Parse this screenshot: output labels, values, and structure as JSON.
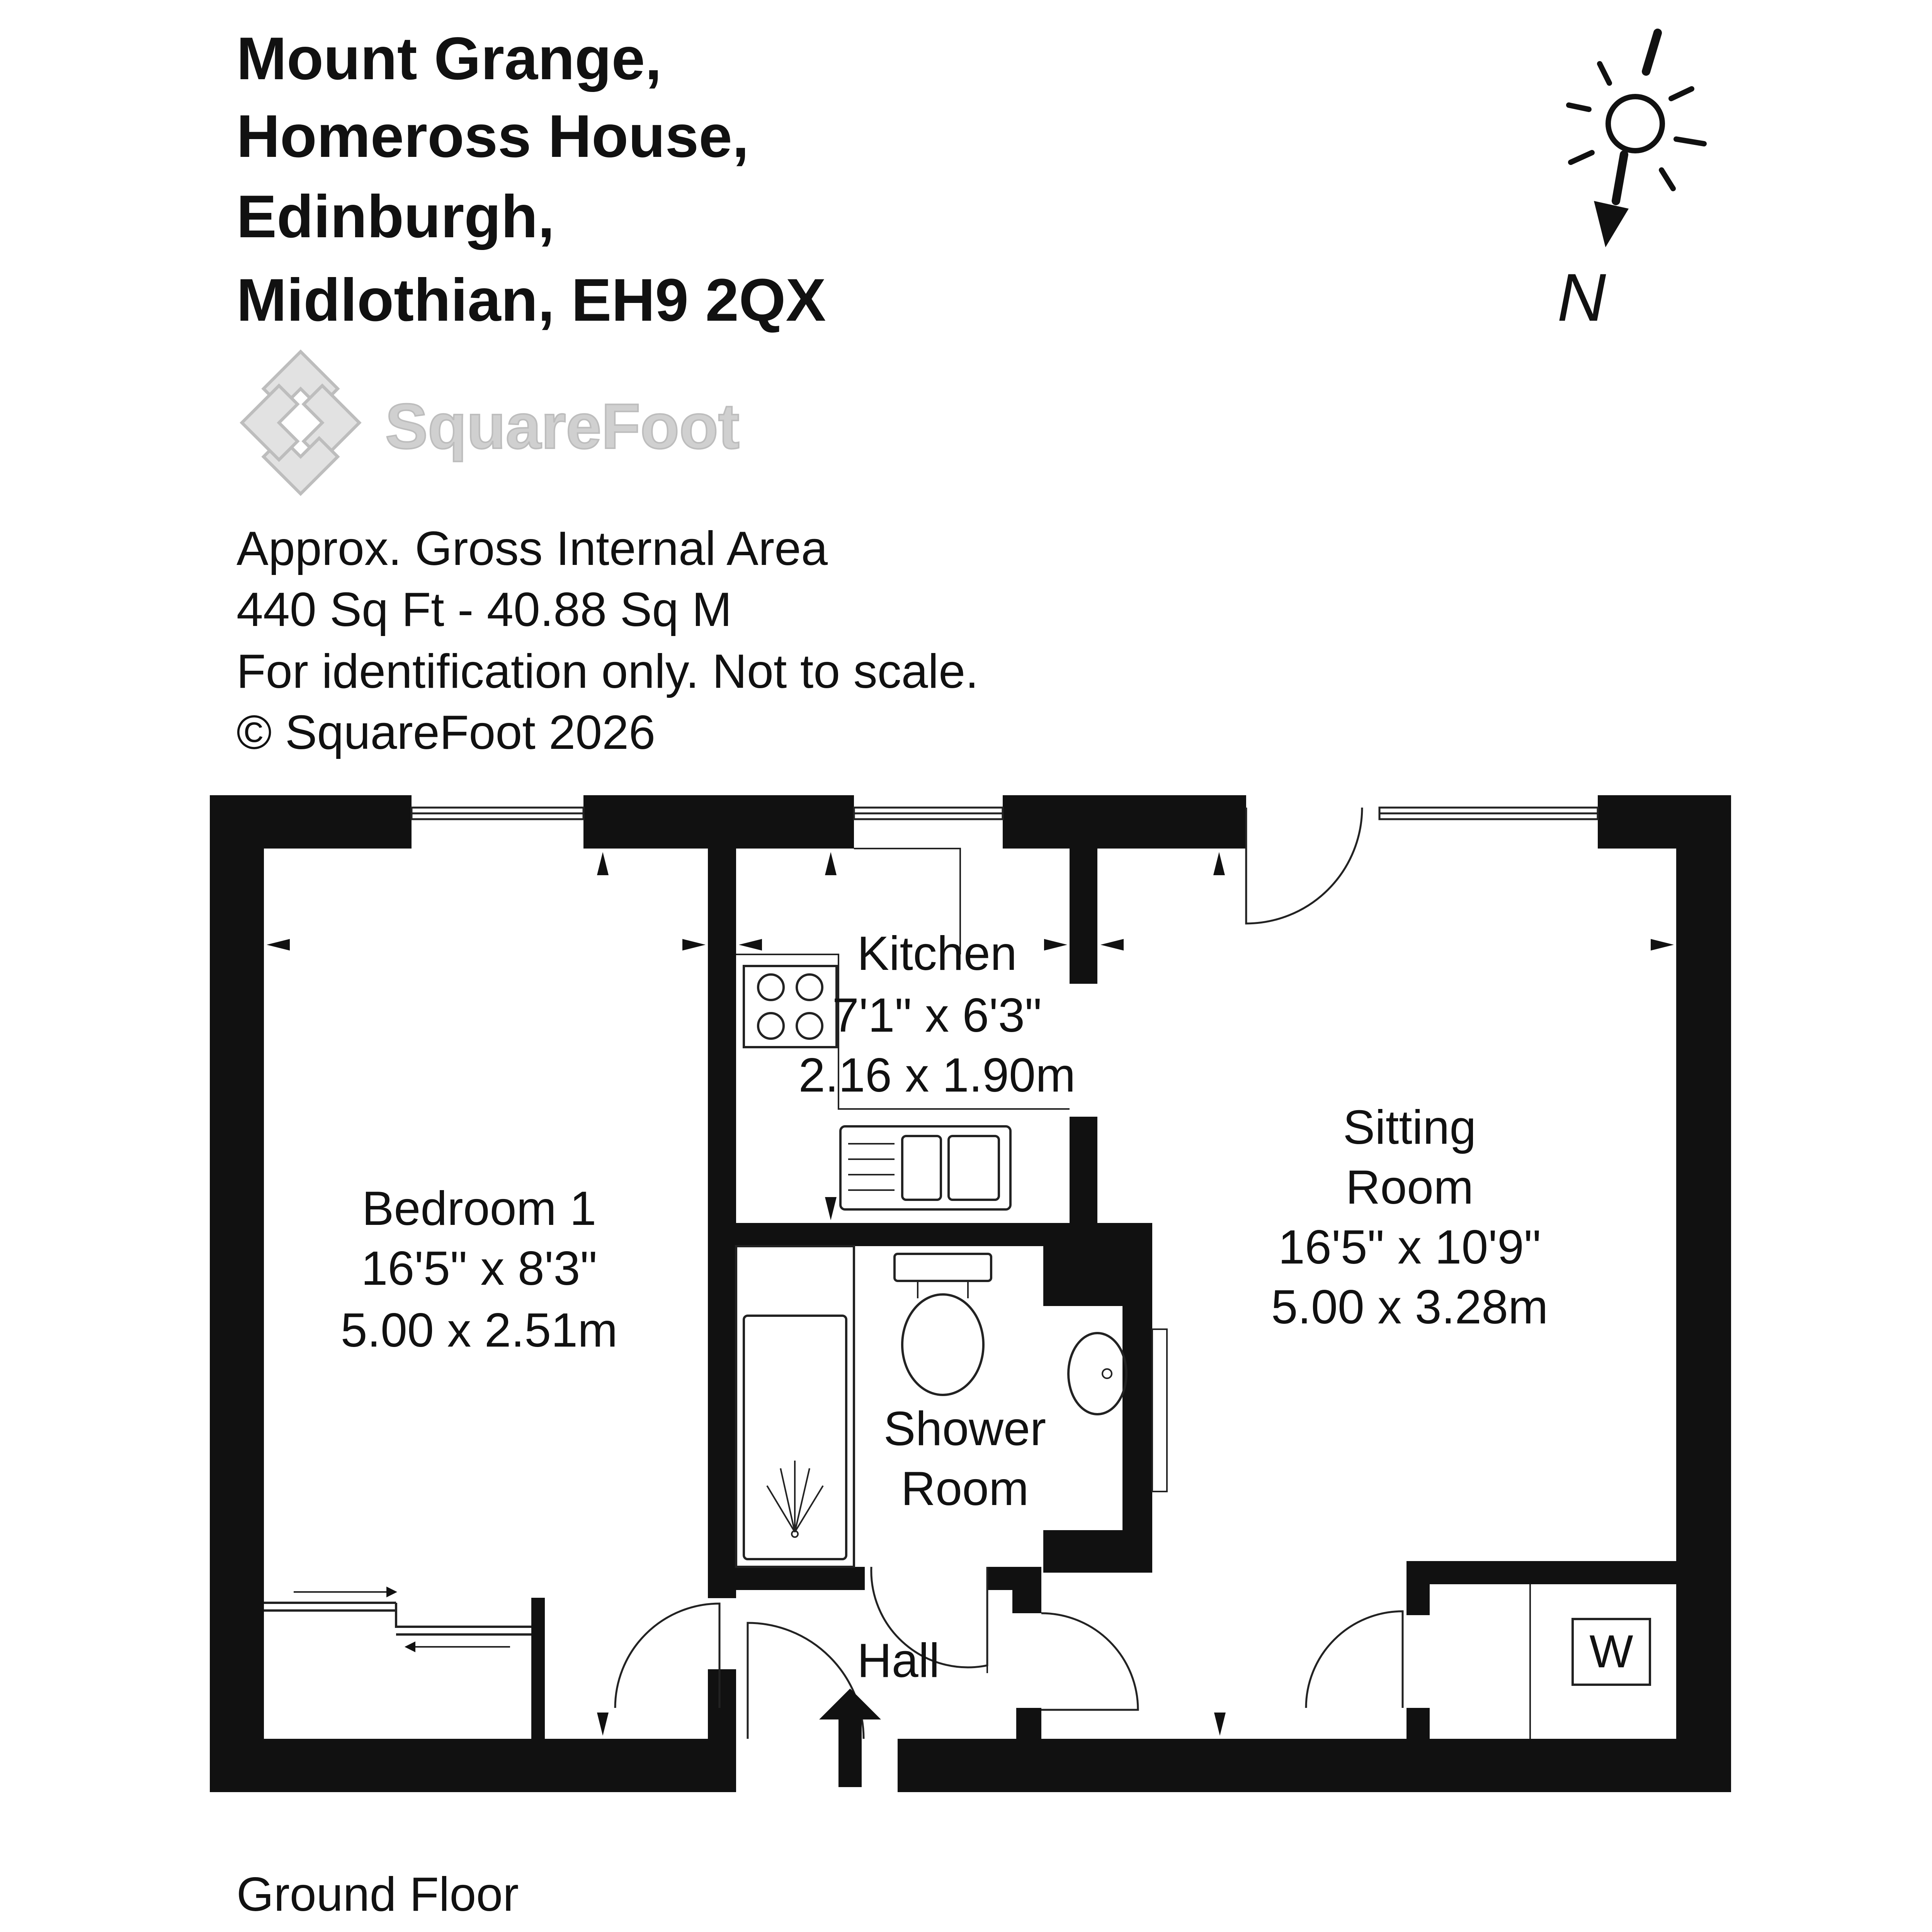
{
  "header": {
    "address_lines": [
      "Mount Grange,",
      "Homeross House,",
      "Edinburgh,",
      "Midlothian, EH9 2QX"
    ],
    "info_lines": [
      "Approx. Gross Internal Area",
      "440 Sq Ft  -  40.88 Sq M",
      "For identification only. Not to scale.",
      "© SquareFoot 2026"
    ]
  },
  "logo": {
    "text": "SquareFoot",
    "icon": "squarefoot-logo-icon"
  },
  "compass": {
    "label": "N",
    "icon": "sun-north-compass-icon"
  },
  "rooms": {
    "bedroom": {
      "name": "Bedroom 1",
      "imperial": "16'5\" x 8'3\"",
      "metric": "5.00 x 2.51m"
    },
    "kitchen": {
      "name": "Kitchen",
      "imperial": "7'1\" x 6'3\"",
      "metric": "2.16 x 1.90m"
    },
    "sitting": {
      "name_line1": "Sitting",
      "name_line2": "Room",
      "imperial": "16'5\" x 10'9\"",
      "metric": "5.00 x 3.28m"
    },
    "shower": {
      "name_line1": "Shower",
      "name_line2": "Room"
    },
    "hall": {
      "name": "Hall"
    },
    "cupboard": {
      "label": "W"
    }
  },
  "floor_label": "Ground Floor",
  "colors": {
    "wall": "#111111",
    "logo": "#d0d0d0",
    "text": "#111111"
  }
}
